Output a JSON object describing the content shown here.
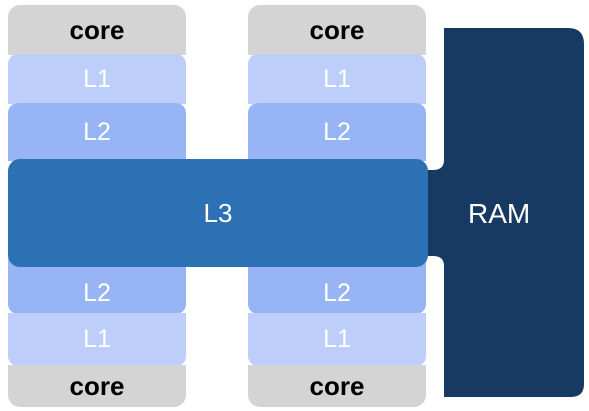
{
  "labels": {
    "core": "core",
    "l1": "L1",
    "l2": "L2",
    "l3": "L3",
    "ram": "RAM"
  },
  "colors": {
    "core": "#d4d4d4",
    "l1": "#bdcefa",
    "l2": "#97b5f4",
    "l3": "#2d71b5",
    "ram": "#173a63"
  }
}
